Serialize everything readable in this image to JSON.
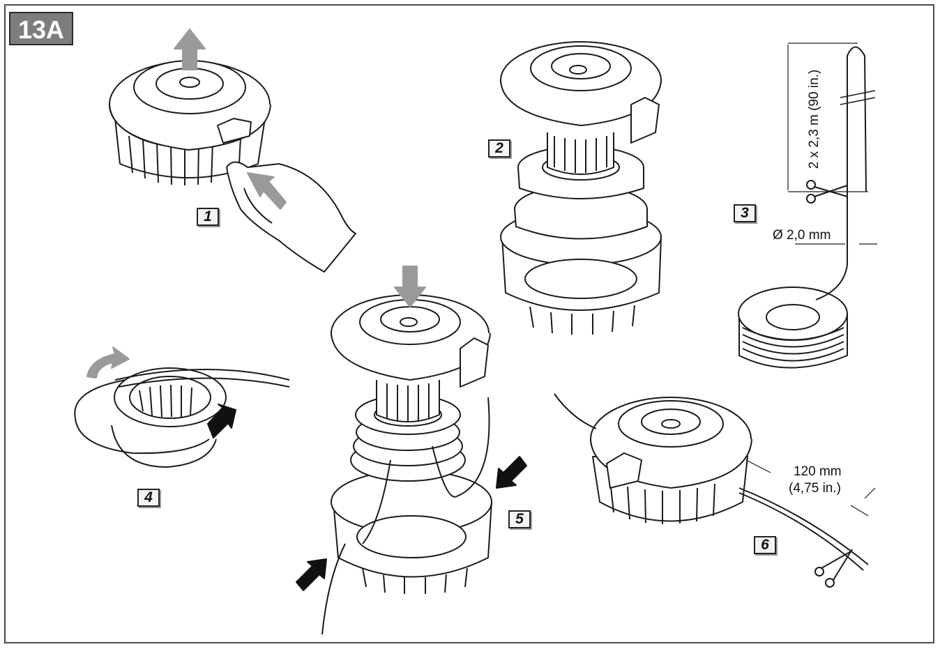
{
  "figure": {
    "label": "13A"
  },
  "steps": [
    "1",
    "2",
    "3",
    "4",
    "5",
    "6"
  ],
  "dimensions": {
    "line_length": "2 x 2,3 m (90 in.)",
    "line_diameter": "Ø 2,0 mm",
    "trim_length_mm": "120 mm",
    "trim_length_in": "(4,75 in.)"
  },
  "colors": {
    "arrow_gray": "#9a9a9a",
    "arrow_black": "#111111",
    "line_art": "#1a1a1a",
    "title_bg": "#7d7d7d"
  },
  "icons": [
    "scissors-icon",
    "up-arrow-icon",
    "down-arrow-icon",
    "push-arrow-icon",
    "rotate-arrow-icon"
  ]
}
